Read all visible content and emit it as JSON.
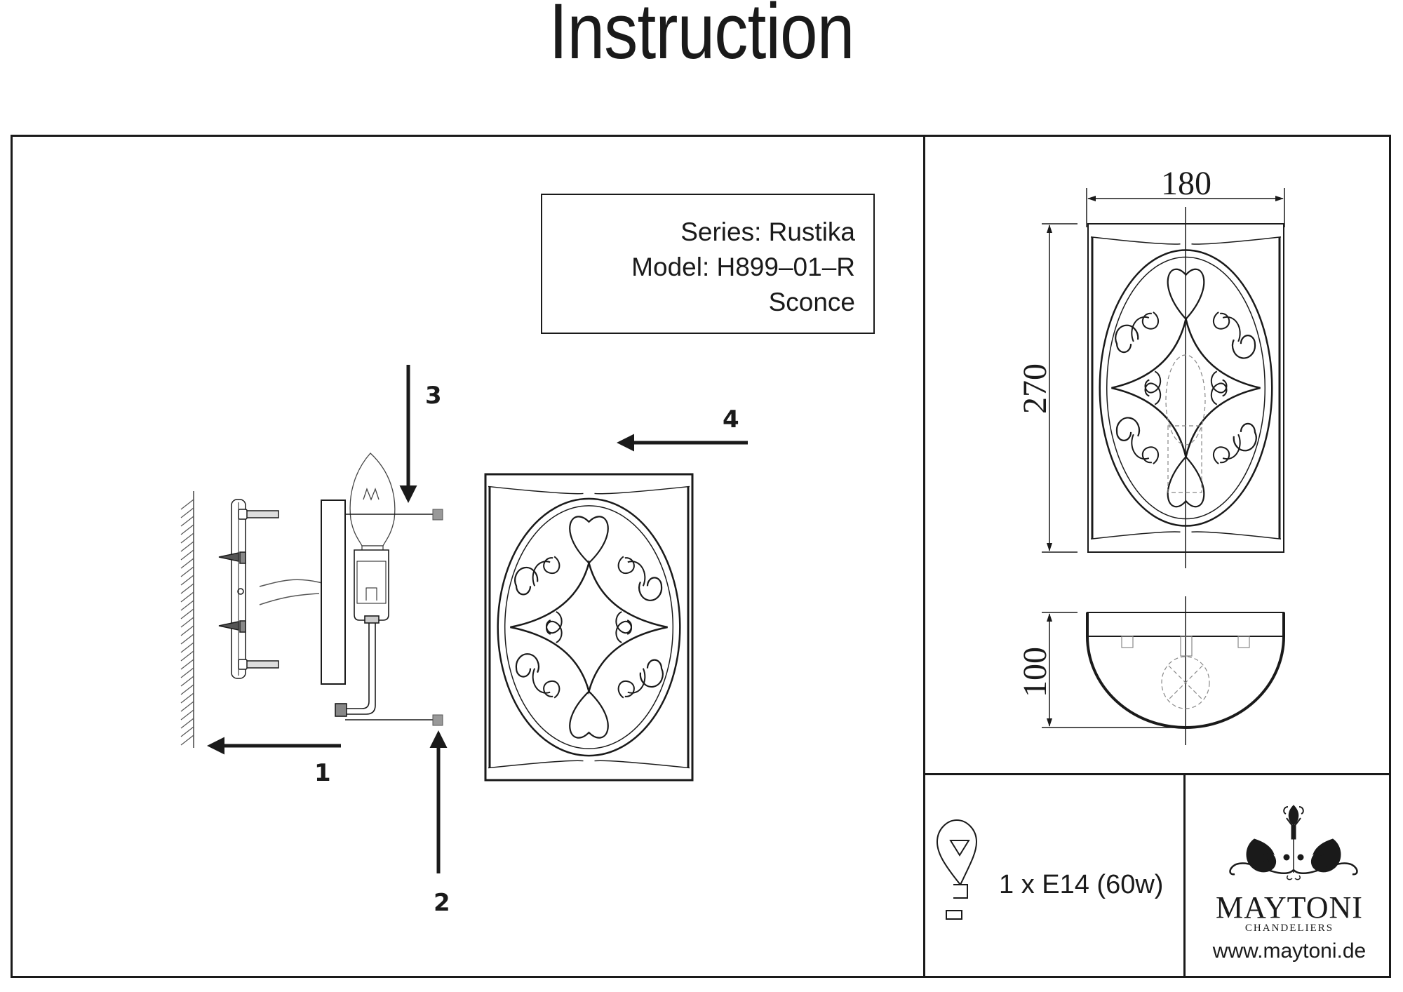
{
  "document": {
    "title": "Instruction",
    "info": {
      "series": "Series: Rustika",
      "model": "Model: H899–01–R",
      "type": "Sconce"
    },
    "steps": [
      "1",
      "2",
      "3",
      "4"
    ],
    "dimensions": {
      "width": "180",
      "height": "270",
      "depth": "100"
    },
    "bulb_spec": "1 x E14 (60w)",
    "brand": {
      "name": "MAYTONI",
      "subtitle": "CHANDELIERS",
      "website": "www.maytoni.de"
    },
    "icons": {
      "bulb": "light-bulb-icon",
      "logo": "chandelier-ornament-logo",
      "arrows": "direction-arrow-icon"
    },
    "colors": {
      "ink": "#1a1a1a",
      "paper": "#ffffff",
      "ghost": "#888888"
    }
  }
}
